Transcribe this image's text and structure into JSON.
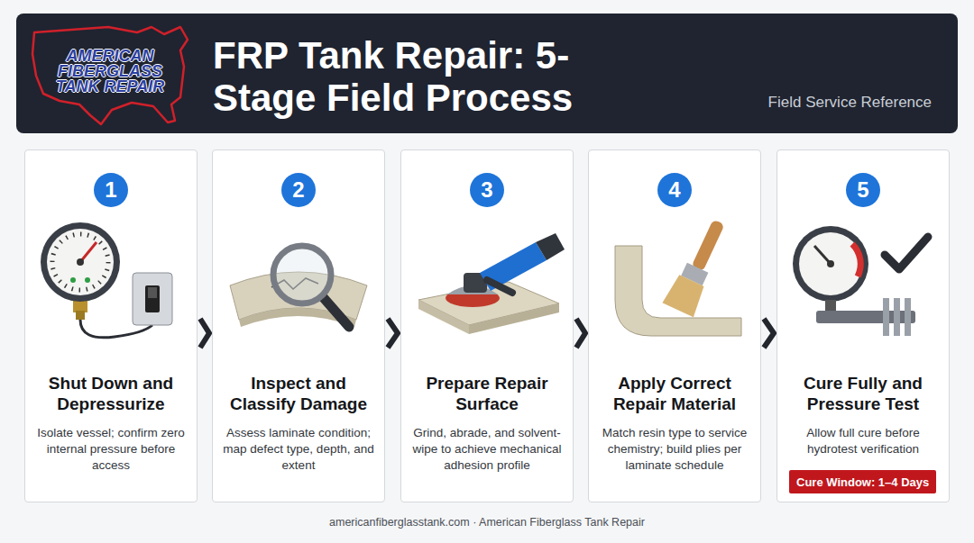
{
  "diagram": {
    "title": "FRP Tank Repair: 5-Stage Field Process",
    "nodes": [
      {
        "text": [
          "Shut Down and Depressurize",
          "Isolate vessel; confirm zero internal pressure before access"
        ]
      },
      {
        "text": [
          "1"
        ],
        "in": 0
      },
      {
        "text": [
          "Inspect and Classify Damage",
          "Assess laminate condition; map defect type, depth, and extent"
        ]
      },
      {
        "text": [
          "2"
        ],
        "in": 2
      },
      {
        "text": [
          "Prepare Repair Surface",
          "Grind, abrade, and solvent-wipe to achieve mechanical adhesion profile"
        ]
      },
      {
        "text": [
          "3"
        ],
        "in": 4
      },
      {
        "text": [
          "Apply Correct Repair Material",
          "Match resin type to service chemistry; build plies per laminate schedule"
        ]
      },
      {
        "text": [
          "4"
        ],
        "in": 6
      },
      {
        "text": [
          "Cure Fully and Pressure Test",
          "Allow full cure before hydrotest verification"
        ]
      },
      {
        "text": [
          "5"
        ],
        "in": 8
      },
      {
        "text": [
          "Cure Window: 1–4 Days"
        ],
        "in": 8
      }
    ],
    "edges": [
      {
        "from": 0,
        "to": 2,
        "arrow": "to"
      },
      {
        "from": 2,
        "to": 4,
        "arrow": "to"
      },
      {
        "from": 4,
        "to": 6,
        "arrow": "to"
      },
      {
        "from": 6,
        "to": 8,
        "arrow": "to"
      }
    ],
    "labels": [
      "AMERICAN FIBERGLASS TANK REPAIR",
      "Field Service Reference",
      "americanfiberglasstank.com · American Fiberglass Tank Repair"
    ]
  }
}
